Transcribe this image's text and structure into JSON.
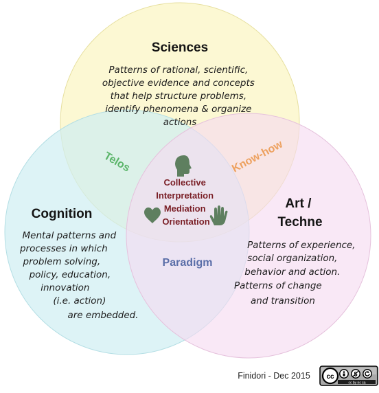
{
  "circles": {
    "sciences": {
      "title": "Sciences",
      "lines": [
        "Patterns of rational, scientific,",
        "objective evidence and concepts",
        "that help structure problems,",
        "identify phenomena & organize",
        "actions"
      ],
      "fill": "#fbf6c6"
    },
    "cognition": {
      "title": "Cognition",
      "lines": [
        "Mental patterns and",
        "processes in which",
        "problem solving,",
        "policy, education,",
        "innovation",
        "(i.e. action)",
        "are embedded."
      ],
      "fill": "#cfeef2"
    },
    "art": {
      "title_lines": [
        "Art /",
        "Techne"
      ],
      "lines": [
        "Patterns of experience,",
        "social organization,",
        "behavior and action.",
        "Patterns of change",
        "and transition"
      ],
      "fill": "#f6daf0"
    }
  },
  "overlaps": {
    "telos": {
      "label": "Telos",
      "color": "#5bb56a"
    },
    "knowhow": {
      "label": "Know-how",
      "color": "#eda15f"
    },
    "paradigm": {
      "label": "Paradigm",
      "color": "#5a6ea8"
    }
  },
  "center": {
    "lines": [
      "Collective",
      "Interpretation",
      "Mediation",
      "Orientation"
    ],
    "color": "#7a1f26",
    "icons": [
      "head-icon",
      "heart-icon",
      "hand-icon"
    ],
    "icon_color": "#5e7f5f"
  },
  "footer": {
    "credit": "Finidori - Dec 2015",
    "license_badge": "cc by nc sa"
  }
}
